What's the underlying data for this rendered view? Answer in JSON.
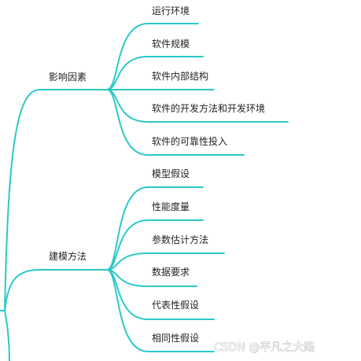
{
  "branches": [
    {
      "label": "影响因素",
      "children": [
        "运行环境",
        "软件规模",
        "软件内部结构",
        "软件的开发方法和开发环境",
        "软件的可靠性投入"
      ]
    },
    {
      "label": "建模方法",
      "children": [
        "模型假设",
        "性能度量",
        "参数估计方法",
        "数据要求",
        "代表性假设",
        "相同性假设"
      ]
    }
  ],
  "watermark": "CSDN @平凡之大路",
  "colors": {
    "edge": "#2cc8c8",
    "text": "#222222"
  }
}
